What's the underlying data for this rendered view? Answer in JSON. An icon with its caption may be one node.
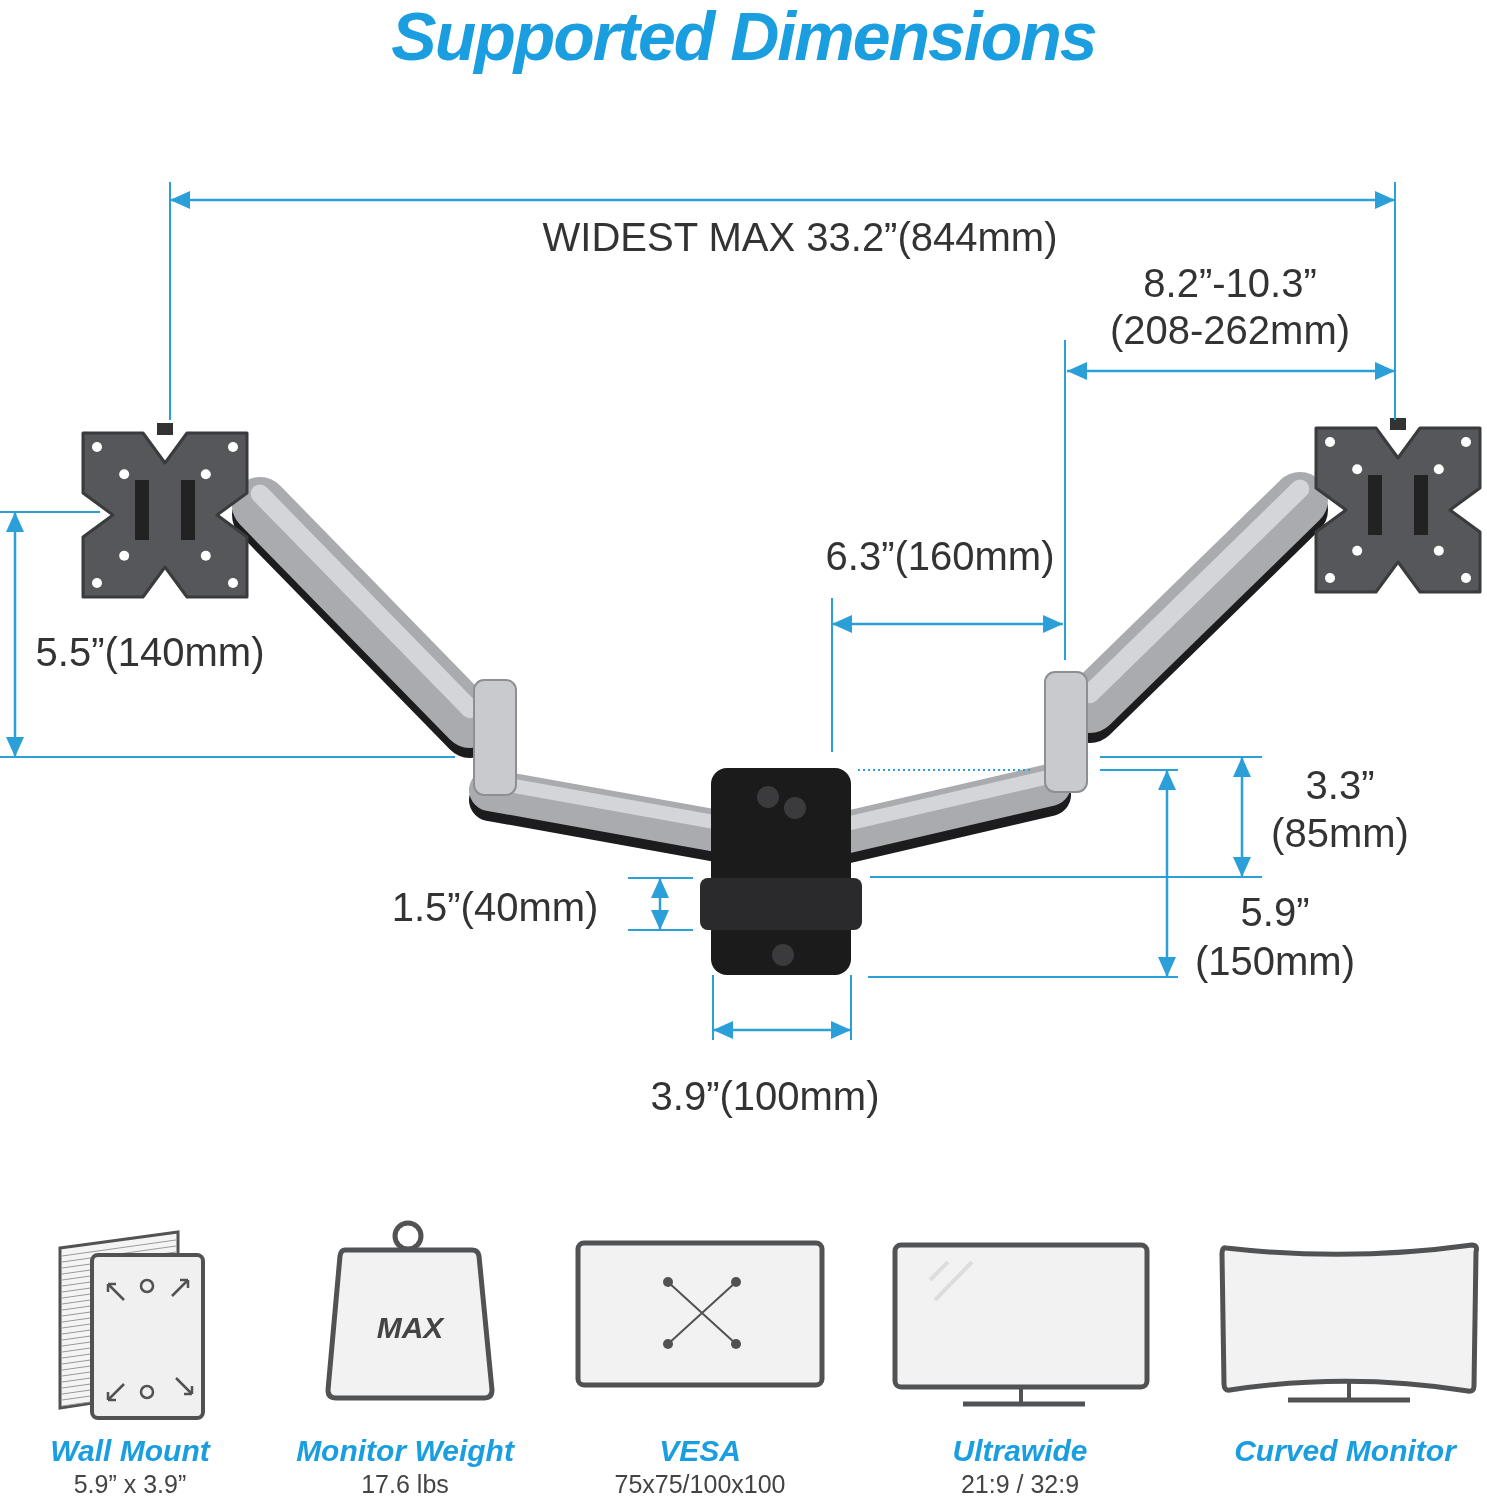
{
  "diagram": {
    "title": "Supported Dimensions",
    "labels": [
      "WIDEST MAX 33.2”(844mm)",
      "8.2”-10.3”",
      "(208-262mm)",
      "6.3”(160mm)",
      "5.5”(140mm)",
      "3.3”",
      "(85mm)",
      "1.5”(40mm)",
      "5.9”",
      "(150mm)",
      "3.9”(100mm)",
      "MAX",
      "Wall Mount",
      "5.9” x 3.9”",
      "Monitor Weight",
      "17.6 lbs",
      "VESA",
      "75x75/100x100",
      "Ultrawide",
      "21:9 / 32:9",
      "Curved Monitor"
    ]
  }
}
